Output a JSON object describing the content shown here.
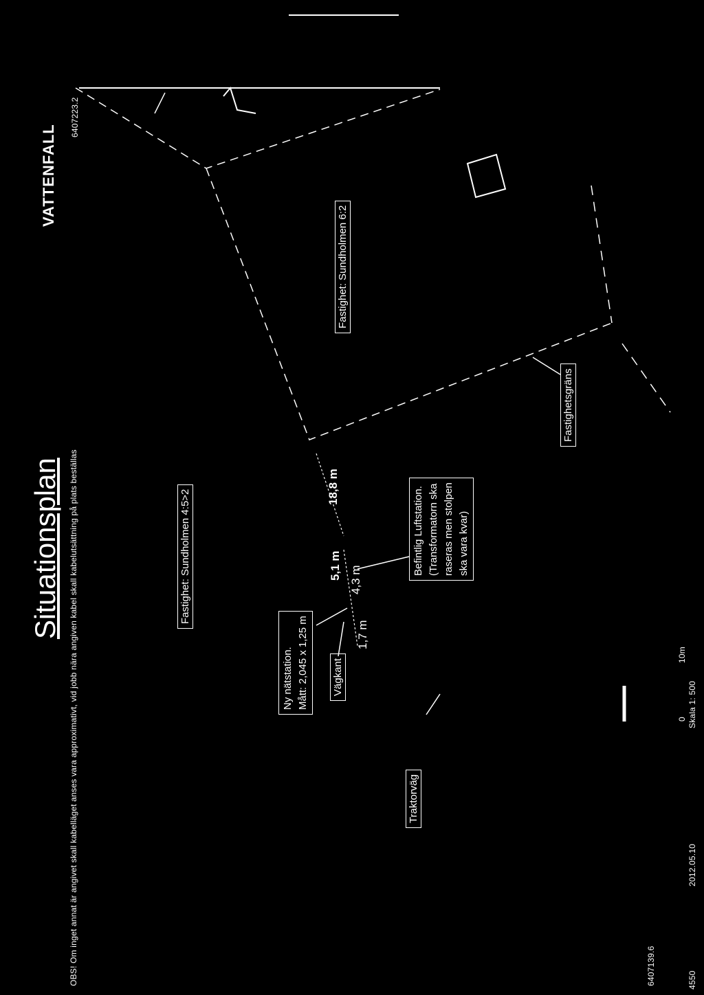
{
  "document": {
    "title": "Situationsplan",
    "brand": "VATTENFALL",
    "note": "OBS! Om inget annat är angivet skall kabelläget anses vara approximativt, vid jobb nära angiven kabel skall kabelutsättning på plats beställas",
    "date": "2012.05.10",
    "coord_top": "6407223.2",
    "coord_bottom": "6407139.6",
    "corner_code": "4550"
  },
  "labels": {
    "property_a": "Fastighet: Sundholmen 4:5>2",
    "property_b": "Fastighet: Sundholmen 6:2",
    "boundary": "Fastighetsgräns",
    "new_station": "Ny nätstation.",
    "new_station_size": "Mått: 2,045 x 1,25 m",
    "road_edge": "Vägkant",
    "tractor_road": "Traktorväg",
    "existing_station": [
      "Befintlig Luftstation.",
      "(Transformatorn ska",
      "raseras men stolpen",
      "ska vara kvar)"
    ]
  },
  "measurements": {
    "m1": "18,8 m",
    "m2": "5,1 m",
    "m3": "4,3 m",
    "m4": "1,7 m"
  },
  "scale": {
    "zero": "0",
    "ten": "10m",
    "label": "Skala 1: 500"
  }
}
